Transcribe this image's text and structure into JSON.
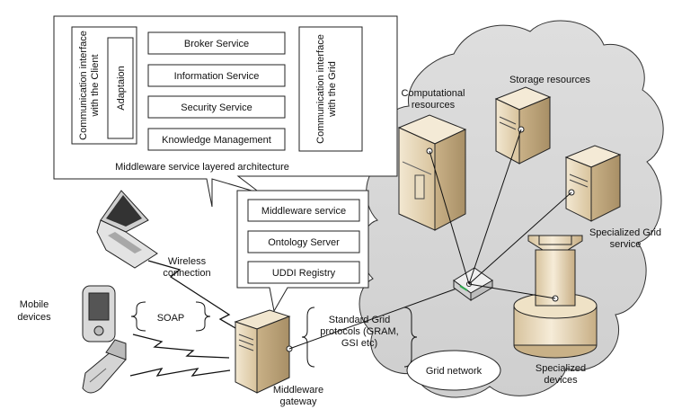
{
  "middleware_architecture": {
    "caption": "Middleware service layered architecture",
    "left_interface": "Communication interface with the Client",
    "adaptation": "Adaptaion",
    "services": [
      "Broker Service",
      "Information Service",
      "Security Service",
      "Knowledge Management"
    ],
    "right_interface": "Communication interface with the Grid"
  },
  "gateway_stack": [
    "Middleware service",
    "Ontology Server",
    "UDDI Registry"
  ],
  "labels": {
    "wireless": "Wireless connection",
    "mobile": "Mobile devices",
    "soap": "SOAP",
    "gateway": "Middleware gateway",
    "standard_protocols": "Standard Grid protocols (GRAM, GSI etc)",
    "grid_network": "Grid network",
    "computational": "Computational resources",
    "storage": "Storage resources",
    "specialized_service": "Specialized Grid service",
    "specialized_devices": "Specialized devices"
  },
  "colors": {
    "server": "#e6d6b6",
    "cloud": "#d9d9d9",
    "stroke": "#222222",
    "router_led": "#2fa84f"
  },
  "icons": [
    "laptop-icon",
    "pda-icon",
    "flip-phone-icon",
    "server-icon",
    "router-icon",
    "tower-device-icon"
  ]
}
